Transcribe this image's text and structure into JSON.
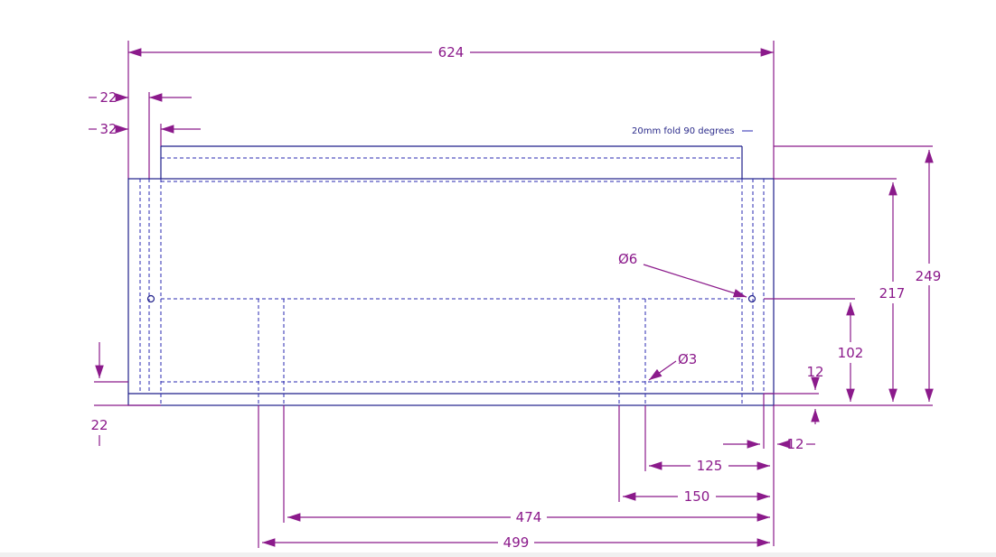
{
  "drawing": {
    "overall_width": "624",
    "left_offset_small": "22",
    "left_offset_large": "32",
    "fold_note": "20mm fold 90 degrees",
    "right_height_inner": "217",
    "right_height_outer": "249",
    "hole_large_label": "Ø6",
    "hole_small_label": "Ø3",
    "hole_height": "102",
    "bottom_small_offset": "12",
    "right_small_offset": "12",
    "left_bottom_offset": "22",
    "hole_spacing_125": "125",
    "hole_spacing_150": "150",
    "hole_spacing_474": "474",
    "hole_spacing_499": "499"
  },
  "colors": {
    "dimension": "#8b1a8b",
    "part_outline": "#1f1f8a",
    "hidden_line": "#2a2ab0"
  }
}
